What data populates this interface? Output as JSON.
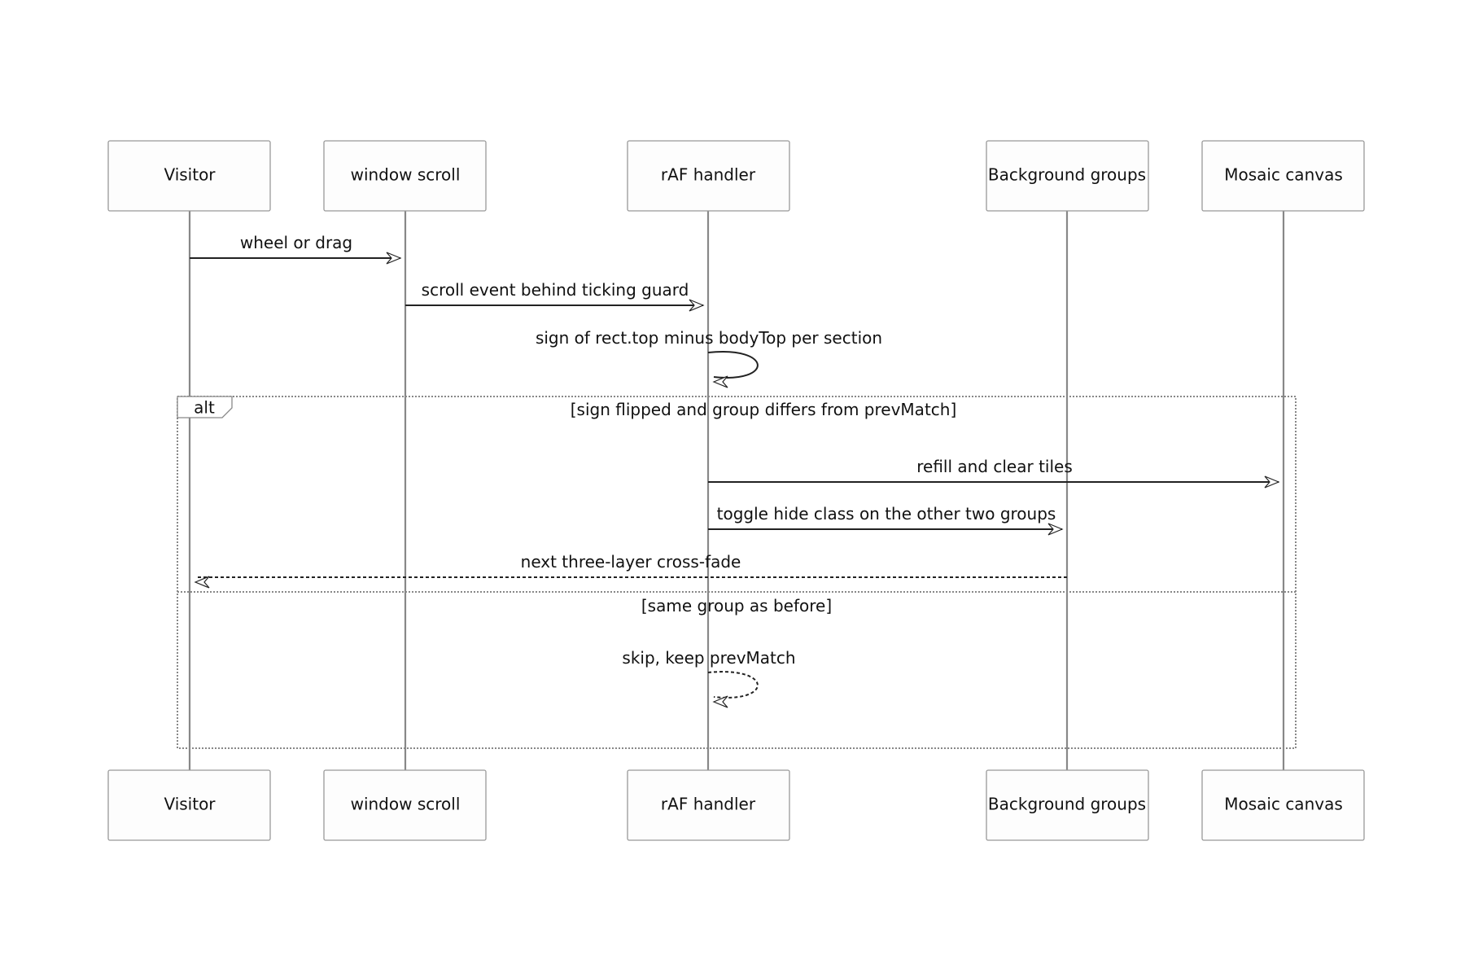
{
  "actors": [
    {
      "id": "visitor",
      "label": "Visitor"
    },
    {
      "id": "scroll",
      "label": "window scroll"
    },
    {
      "id": "raf",
      "label": "rAF handler"
    },
    {
      "id": "bg",
      "label": "Background groups"
    },
    {
      "id": "mosaic",
      "label": "Mosaic canvas"
    }
  ],
  "messages": [
    {
      "from": "visitor",
      "to": "scroll",
      "label": "wheel or drag",
      "style": "solid"
    },
    {
      "from": "scroll",
      "to": "raf",
      "label": "scroll event behind ticking guard",
      "style": "solid"
    },
    {
      "from": "raf",
      "to": "raf",
      "label": "sign of rect.top minus bodyTop per section",
      "style": "solid"
    },
    {
      "from": "raf",
      "to": "mosaic",
      "label": "refill and clear tiles",
      "style": "solid"
    },
    {
      "from": "raf",
      "to": "bg",
      "label": "toggle hide class on the other two groups",
      "style": "solid"
    },
    {
      "from": "bg",
      "to": "visitor",
      "label": "next three-layer cross-fade",
      "style": "dashed"
    },
    {
      "from": "raf",
      "to": "raf",
      "label": "skip, keep prevMatch",
      "style": "dashed"
    }
  ],
  "alt_frame": {
    "label": "alt",
    "condition_1": "[sign flipped and group differs from prevMatch]",
    "condition_2": "[same group as before]"
  }
}
